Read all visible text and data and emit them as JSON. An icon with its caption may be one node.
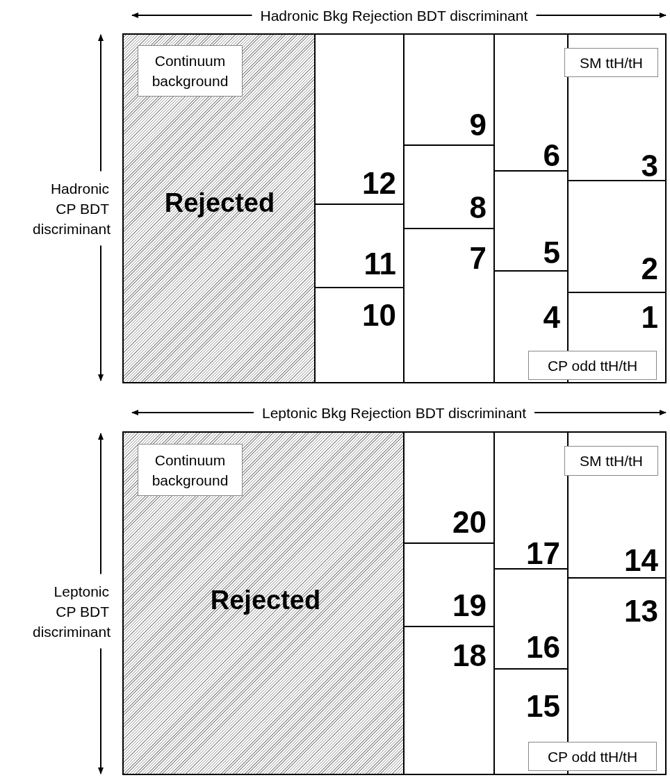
{
  "diagram": {
    "nodes": [
      {
        "text": [
          "Rejected"
        ]
      },
      {
        "text": [
          "Continuum background"
        ],
        "in": 0
      },
      {
        "text": [
          "12"
        ]
      },
      {
        "text": [
          "11"
        ]
      },
      {
        "text": [
          "10"
        ]
      },
      {
        "text": [
          "9"
        ]
      },
      {
        "text": [
          "8"
        ]
      },
      {
        "text": [
          "7"
        ]
      },
      {
        "text": [
          "6"
        ]
      },
      {
        "text": [
          "5"
        ]
      },
      {
        "text": [
          "4"
        ]
      },
      {
        "text": [
          "3"
        ]
      },
      {
        "text": [
          "SM ttH/tH"
        ],
        "in": 11
      },
      {
        "text": [
          "2"
        ]
      },
      {
        "text": [
          "1"
        ]
      },
      {
        "text": [
          "CP odd ttH/tH"
        ]
      },
      {
        "text": [
          "Rejected"
        ]
      },
      {
        "text": [
          "Continuum background"
        ],
        "in": 16
      },
      {
        "text": [
          "20"
        ]
      },
      {
        "text": [
          "19"
        ]
      },
      {
        "text": [
          "18"
        ]
      },
      {
        "text": [
          "17"
        ]
      },
      {
        "text": [
          "16"
        ]
      },
      {
        "text": [
          "15"
        ]
      },
      {
        "text": [
          "14"
        ]
      },
      {
        "text": [
          "SM ttH/tH"
        ],
        "in": 24
      },
      {
        "text": [
          "13"
        ]
      },
      {
        "text": [
          "CP odd ttH/tH"
        ]
      }
    ],
    "edges": [],
    "labels": [
      "Hadronic Bkg Rejection BDT discriminant",
      "Hadronic CP BDT discriminant",
      "Leptonic Bkg Rejection BDT discriminant",
      "Leptonic CP BDT discriminant"
    ]
  }
}
